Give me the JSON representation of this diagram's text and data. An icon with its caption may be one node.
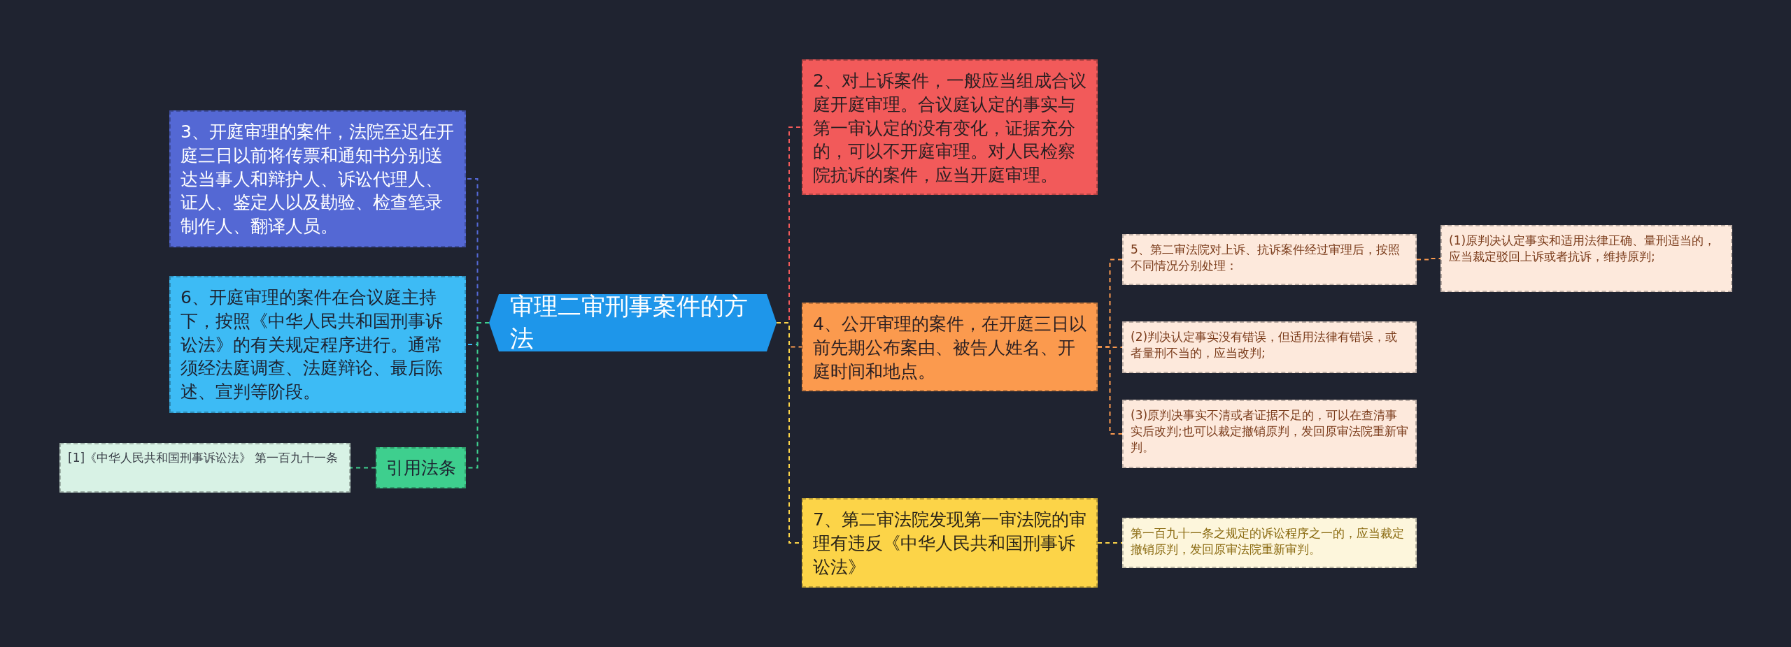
{
  "diagram": {
    "nodes": [
      {
        "text": [
          "审理二审刑事案件的方法"
        ]
      },
      {
        "text": [
          "3、开庭审理的案件，法院至迟在开庭三日以前将传票和通知书分别送达当事人和辩护人、诉讼代理人、证人、鉴定人以及勘验、检查笔录制作人、翻译人员。"
        ]
      },
      {
        "text": [
          "6、开庭审理的案件在合议庭主持下，按照《中华人民共和国刑事诉讼法》的有关规定程序进行。通常须经法庭调查、法庭辩论、最后陈述、宣判等阶段。"
        ]
      },
      {
        "text": [
          "引用法条"
        ]
      },
      {
        "text": [
          "[1]《中华人民共和国刑事诉讼法》 第一百九十一条"
        ]
      },
      {
        "text": [
          "2、对上诉案件，一般应当组成合议庭开庭审理。合议庭认定的事实与第一审认定的没有变化，证据充分的，可以不开庭审理。对人民检察院抗诉的案件，应当开庭审理。"
        ]
      },
      {
        "text": [
          "4、公开审理的案件，在开庭三日以前先期公布案由、被告人姓名、开庭时间和地点。"
        ]
      },
      {
        "text": [
          "7、第二审法院发现第一审法院的审理有违反《中华人民共和国刑事诉讼法》"
        ]
      },
      {
        "text": [
          "5、第二审法院对上诉、抗诉案件经过审理后，按照不同情况分别处理："
        ]
      },
      {
        "text": [
          "(1)原判决认定事实和适用法律正确、量刑适当的，应当裁定驳回上诉或者抗诉，维持原判;"
        ]
      },
      {
        "text": [
          "(2)判决认定事实没有错误，但适用法律有错误，或者量刑不当的，应当改判;"
        ]
      },
      {
        "text": [
          "(3)原判决事实不清或者证据不足的，可以在查清事实后改判;也可以裁定撤销原判，发回原审法院重新审判。"
        ]
      },
      {
        "text": [
          "第一百九十一条之规定的诉讼程序之一的，应当裁定撤销原判，发回原审法院重新审判。"
        ]
      }
    ],
    "edges": [
      {
        "from": 0,
        "to": 1,
        "arrow": "none",
        "style": "dashed",
        "color": "#5468d4"
      },
      {
        "from": 0,
        "to": 2,
        "arrow": "none",
        "style": "dashed",
        "color": "#3dbbf5"
      },
      {
        "from": 0,
        "to": 3,
        "arrow": "none",
        "style": "dashed",
        "color": "#3ecf8e"
      },
      {
        "from": 3,
        "to": 4,
        "arrow": "none",
        "style": "dashed",
        "color": "#3ecf8e"
      },
      {
        "from": 0,
        "to": 5,
        "arrow": "none",
        "style": "dashed",
        "color": "#f25a5a"
      },
      {
        "from": 0,
        "to": 6,
        "arrow": "none",
        "style": "dashed",
        "color": "#fb9a4e"
      },
      {
        "from": 0,
        "to": 7,
        "arrow": "none",
        "style": "dashed",
        "color": "#fcd448"
      },
      {
        "from": 6,
        "to": 8,
        "arrow": "none",
        "style": "dashed",
        "color": "#fb9a4e"
      },
      {
        "from": 6,
        "to": 10,
        "arrow": "none",
        "style": "dashed",
        "color": "#fb9a4e"
      },
      {
        "from": 6,
        "to": 11,
        "arrow": "none",
        "style": "dashed",
        "color": "#fb9a4e"
      },
      {
        "from": 8,
        "to": 9,
        "arrow": "none",
        "style": "dashed",
        "color": "#fb9a4e"
      },
      {
        "from": 7,
        "to": 12,
        "arrow": "none",
        "style": "dashed",
        "color": "#fcd448"
      }
    ]
  }
}
